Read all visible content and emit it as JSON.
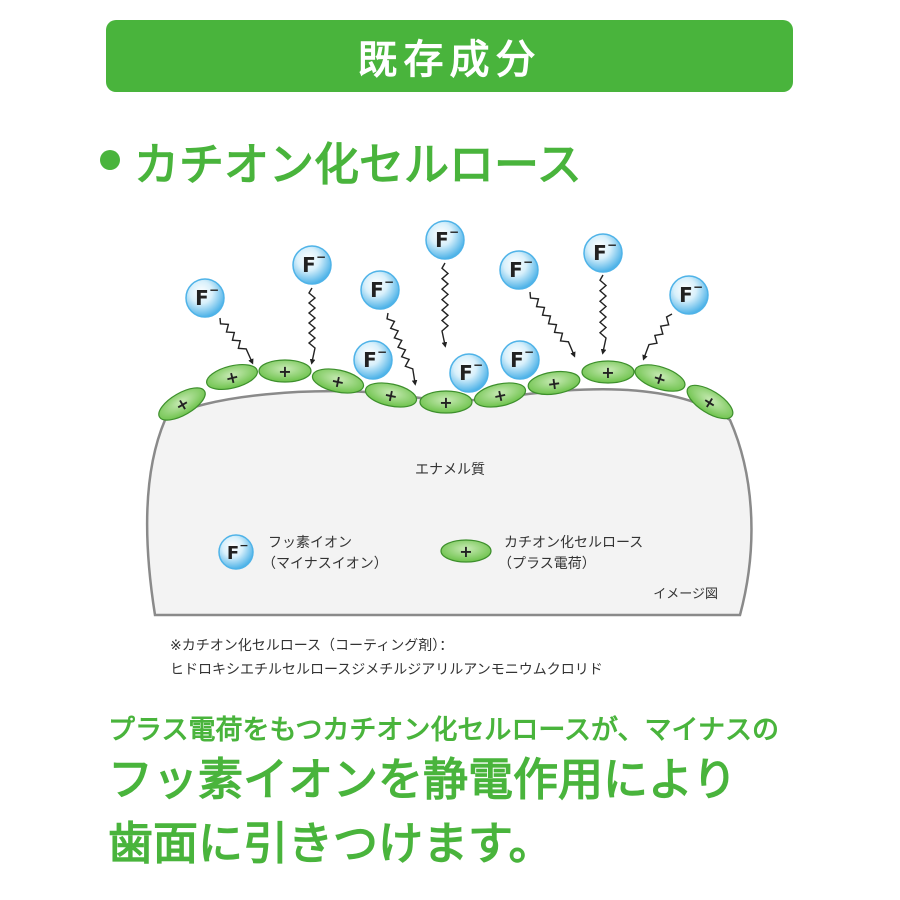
{
  "banner": {
    "title": "既存成分"
  },
  "heading": {
    "text": "カチオン化セルロース"
  },
  "diagram": {
    "enamel_label": "エナメル質",
    "ion_symbol": "F",
    "ion_charge": "−",
    "plus_symbol": "+",
    "image_note": "イメージ図",
    "legend": {
      "fluoride": {
        "line1": "フッ素イオン",
        "line2": "（マイナスイオン）"
      },
      "cellulose": {
        "line1": "カチオン化セルロース",
        "line2": "（プラス電荷）"
      }
    },
    "colors": {
      "green": "#49b43c",
      "ion_blue": "#4fb3e8",
      "outline": "#888888"
    }
  },
  "footnote": {
    "line1": "※カチオン化セルロース（コーティング剤）：",
    "line2": "ヒドロキシエチルセルロースジメチルジアリルアンモニウムクロリド"
  },
  "claim": {
    "line1": "プラス電荷をもつカチオン化セルロースが、マイナスの",
    "line2": "フッ素イオンを静電作用により",
    "line3": "歯面に引きつけます。"
  }
}
